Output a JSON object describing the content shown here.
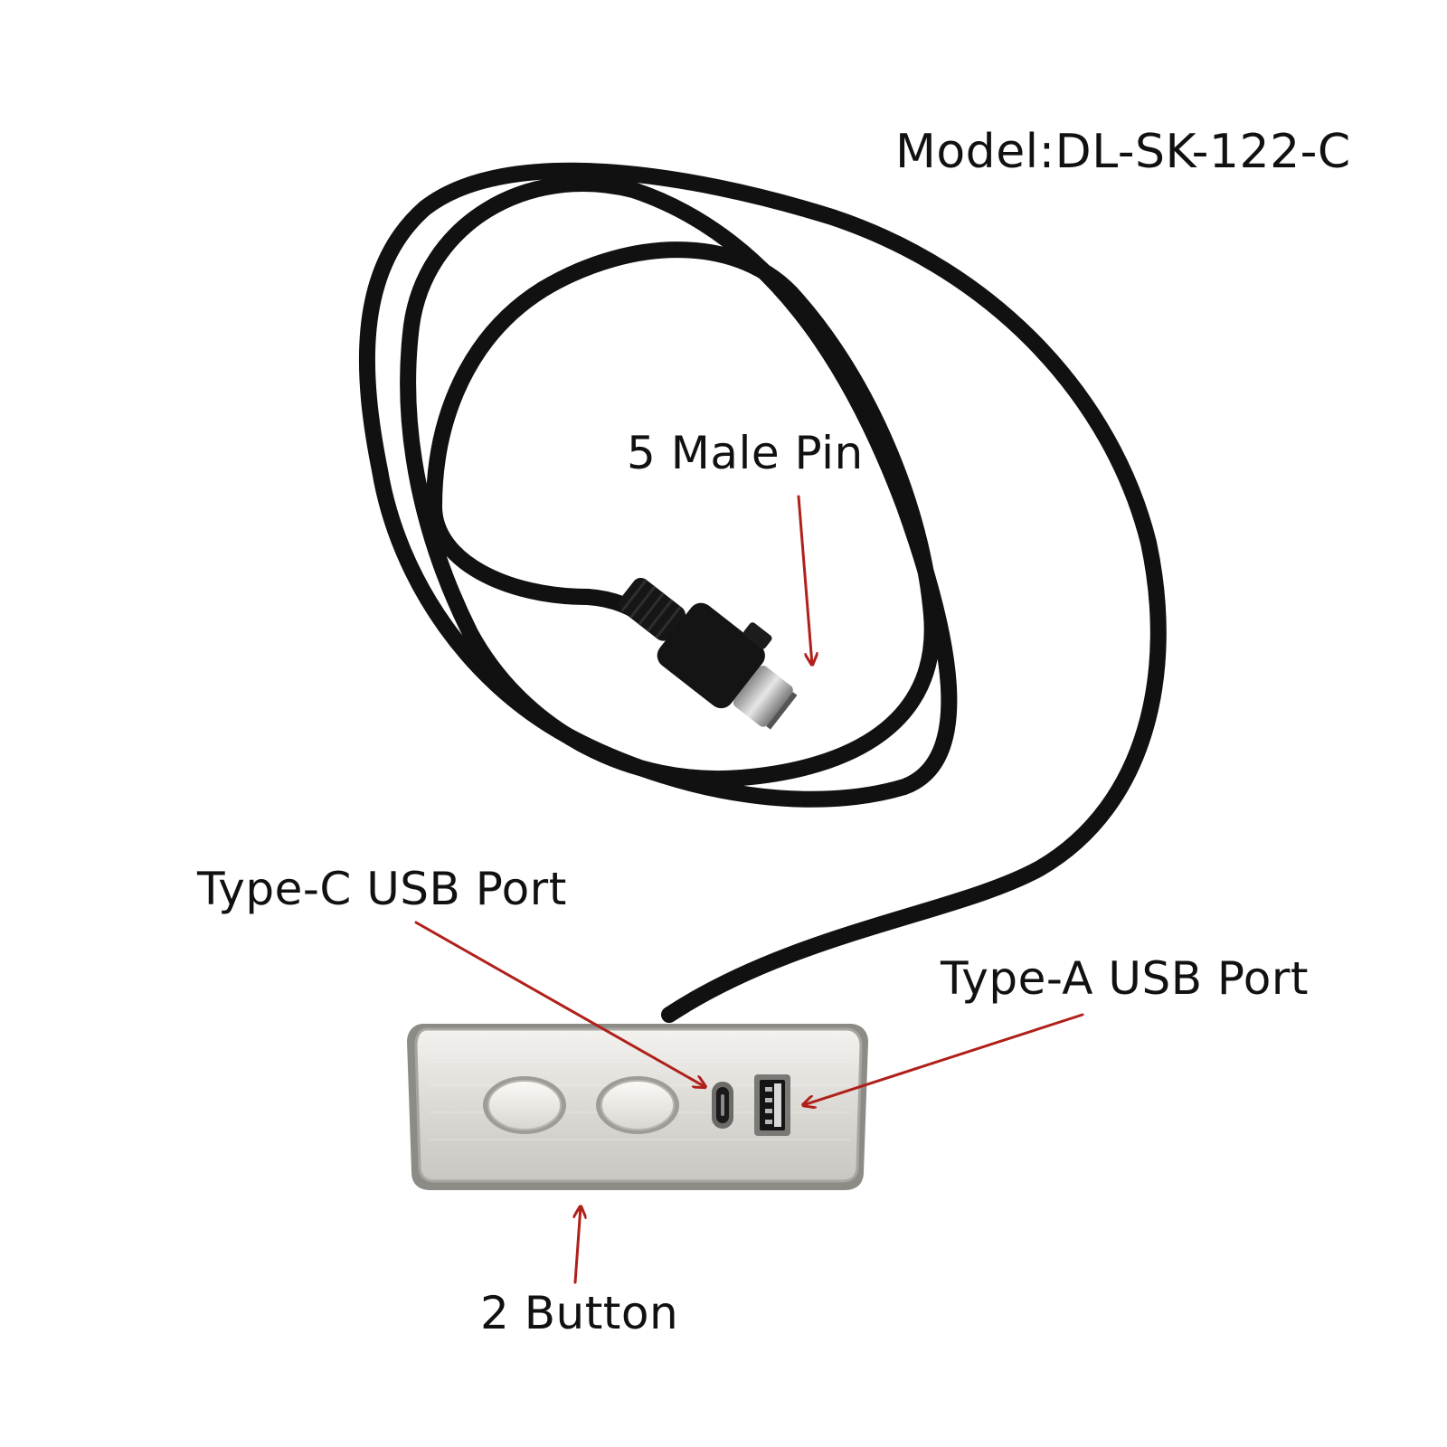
{
  "labels": {
    "model": "Model:DL-SK-122-C",
    "male_pin": "5 Male Pin",
    "type_c_port": "Type-C USB Port",
    "type_a_port": "Type-A USB Port",
    "buttons": "2 Button"
  },
  "colors": {
    "background": "#ffffff",
    "cable": "#111111",
    "annotation_arrow": "#b0201a",
    "panel": "#d9d7d2",
    "label_text": "#111111"
  },
  "icons": {
    "connector": "din-5-pin-connector-icon",
    "type_c": "usb-type-c-icon",
    "type_a": "usb-type-a-icon",
    "button": "oval-push-button-icon"
  }
}
